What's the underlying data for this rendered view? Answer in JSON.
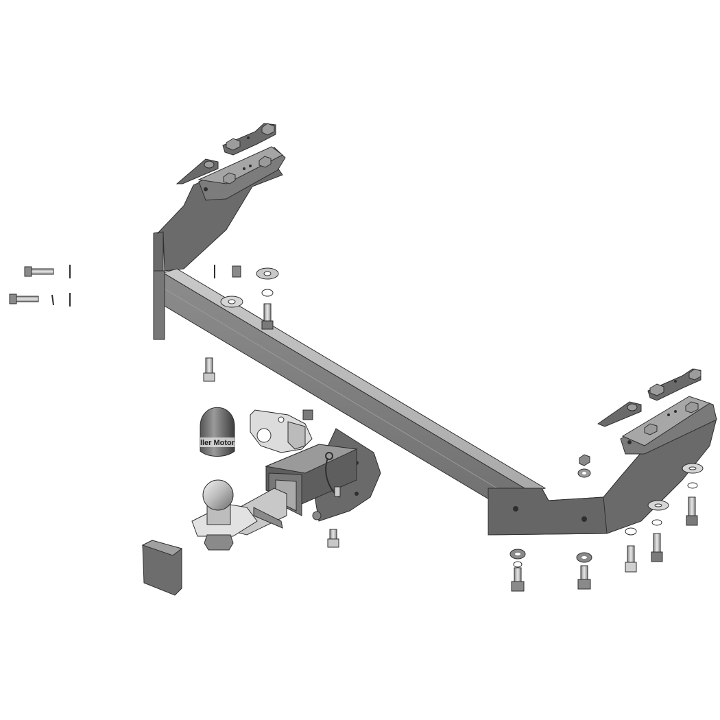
{
  "colors": {
    "background": "#ffffff",
    "body_dark": "#5f5f5f",
    "body_mid": "#8a8a8a",
    "body_light": "#b5b5b5",
    "highlight": "#d4d4d4",
    "outline": "#2e2e2e"
  },
  "ball_cap": {
    "label": "ller Motor"
  },
  "icons": [
    "tow-bar-crossbeam",
    "mounting-bracket",
    "tow-ball",
    "ball-cap",
    "socket-plate",
    "hitch-receiver",
    "receiver-plug",
    "bolt",
    "nut",
    "washer",
    "hitch-pin"
  ]
}
